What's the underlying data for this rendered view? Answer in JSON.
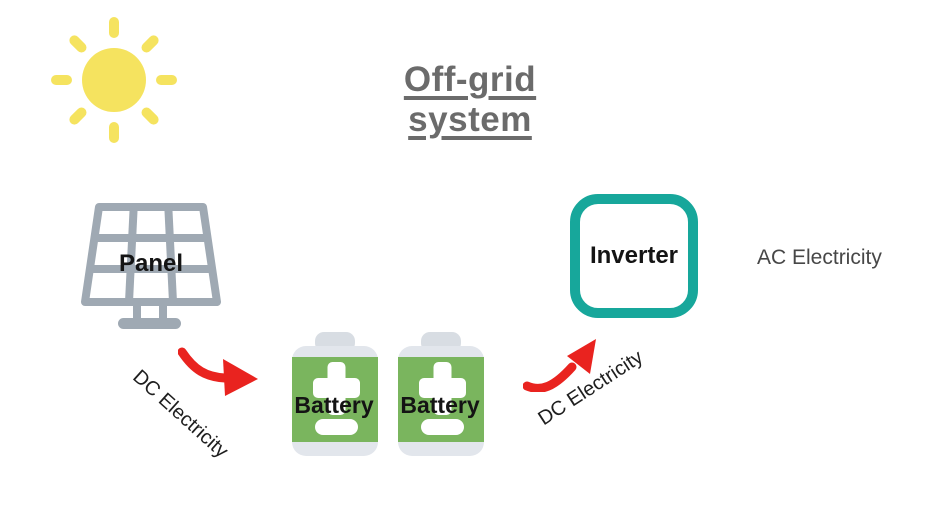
{
  "title": {
    "text": "Off-grid system"
  },
  "nodes": {
    "panel": {
      "label": "Panel"
    },
    "battery_left": {
      "label": "Battery"
    },
    "battery_right": {
      "label": "Battery"
    },
    "inverter": {
      "label": "Inverter"
    }
  },
  "flow_labels": {
    "panel_to_battery": "DC Electricity",
    "battery_to_inverter": "DC Electricity",
    "inverter_output": "AC Electricity"
  },
  "colors": {
    "sun": "#F5E35F",
    "panel-gray": "#9FA9B3",
    "title-gray": "#6B6B6B",
    "battery-body": "#E2E6EC",
    "battery-cap": "#D8DDE3",
    "battery-green": "#7AB55E",
    "inverter-teal": "#17A79B",
    "arrow-red": "#E9231F",
    "node-label": "#141414",
    "ac-text": "#474747",
    "dc-text": "#1E1E1E"
  }
}
